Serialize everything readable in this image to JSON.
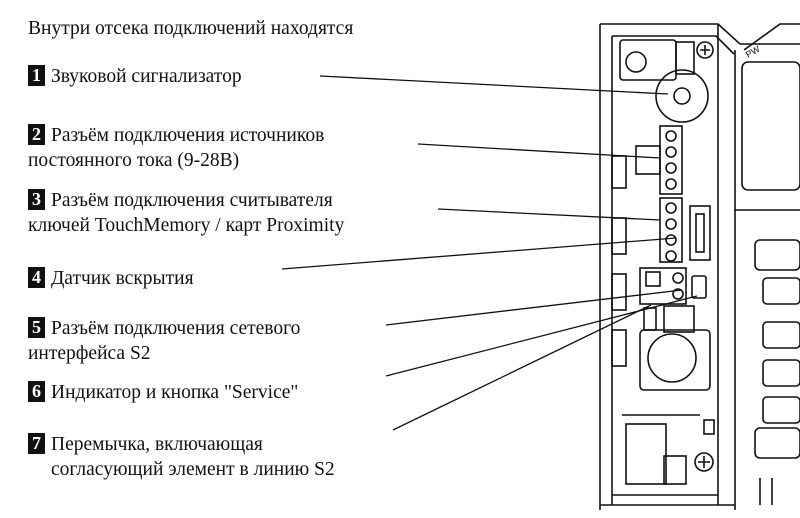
{
  "intro": "Внутри отсека подключений находятся",
  "items": [
    {
      "number": "1",
      "line1": "Звуковой сигнализатор",
      "line2": ""
    },
    {
      "number": "2",
      "line1": "Разъём подключения источников",
      "line2": "постоянного тока (9-28В)"
    },
    {
      "number": "3",
      "line1": "Разъём подключения считывателя",
      "line2": "ключей TouchMemory / карт Proximity"
    },
    {
      "number": "4",
      "line1": "Датчик вскрытия",
      "line2": ""
    },
    {
      "number": "5",
      "line1": "Разъём подключения сетевого",
      "line2": "интерфейса S2"
    },
    {
      "number": "6",
      "line1": "Индикатор и кнопка \"Service\"",
      "line2": ""
    },
    {
      "number": "7",
      "line1": "Перемычка, включающая",
      "line2": "согласующий элемент в линию S2"
    }
  ],
  "device_label": "PW"
}
